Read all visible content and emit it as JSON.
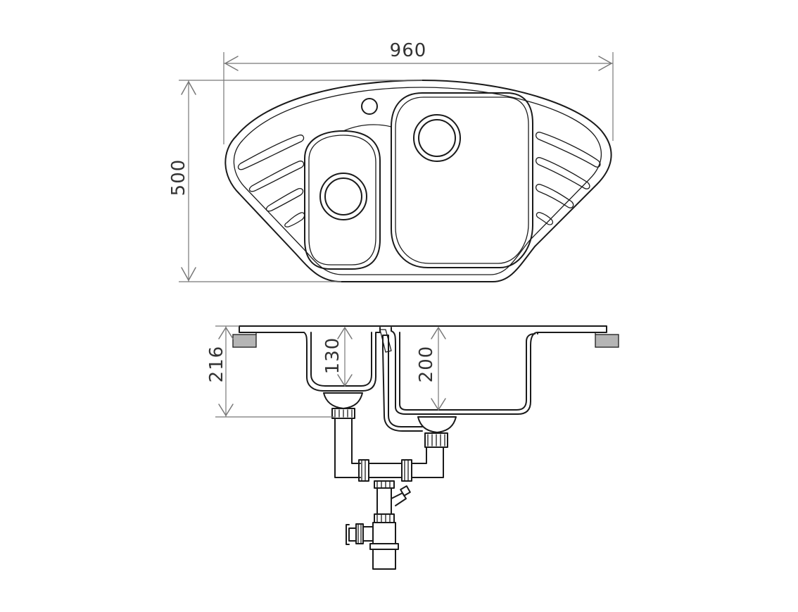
{
  "dimensions": {
    "width_top": "960",
    "depth_top": "500",
    "height_side": "216",
    "small_bowl_depth": "130",
    "large_bowl_depth": "200"
  },
  "colors": {
    "line": "#1a1a1a",
    "dimension_line": "#777777",
    "dimension_text": "#333333",
    "pad_fill": "#b5b5b5",
    "background": "#ffffff"
  }
}
